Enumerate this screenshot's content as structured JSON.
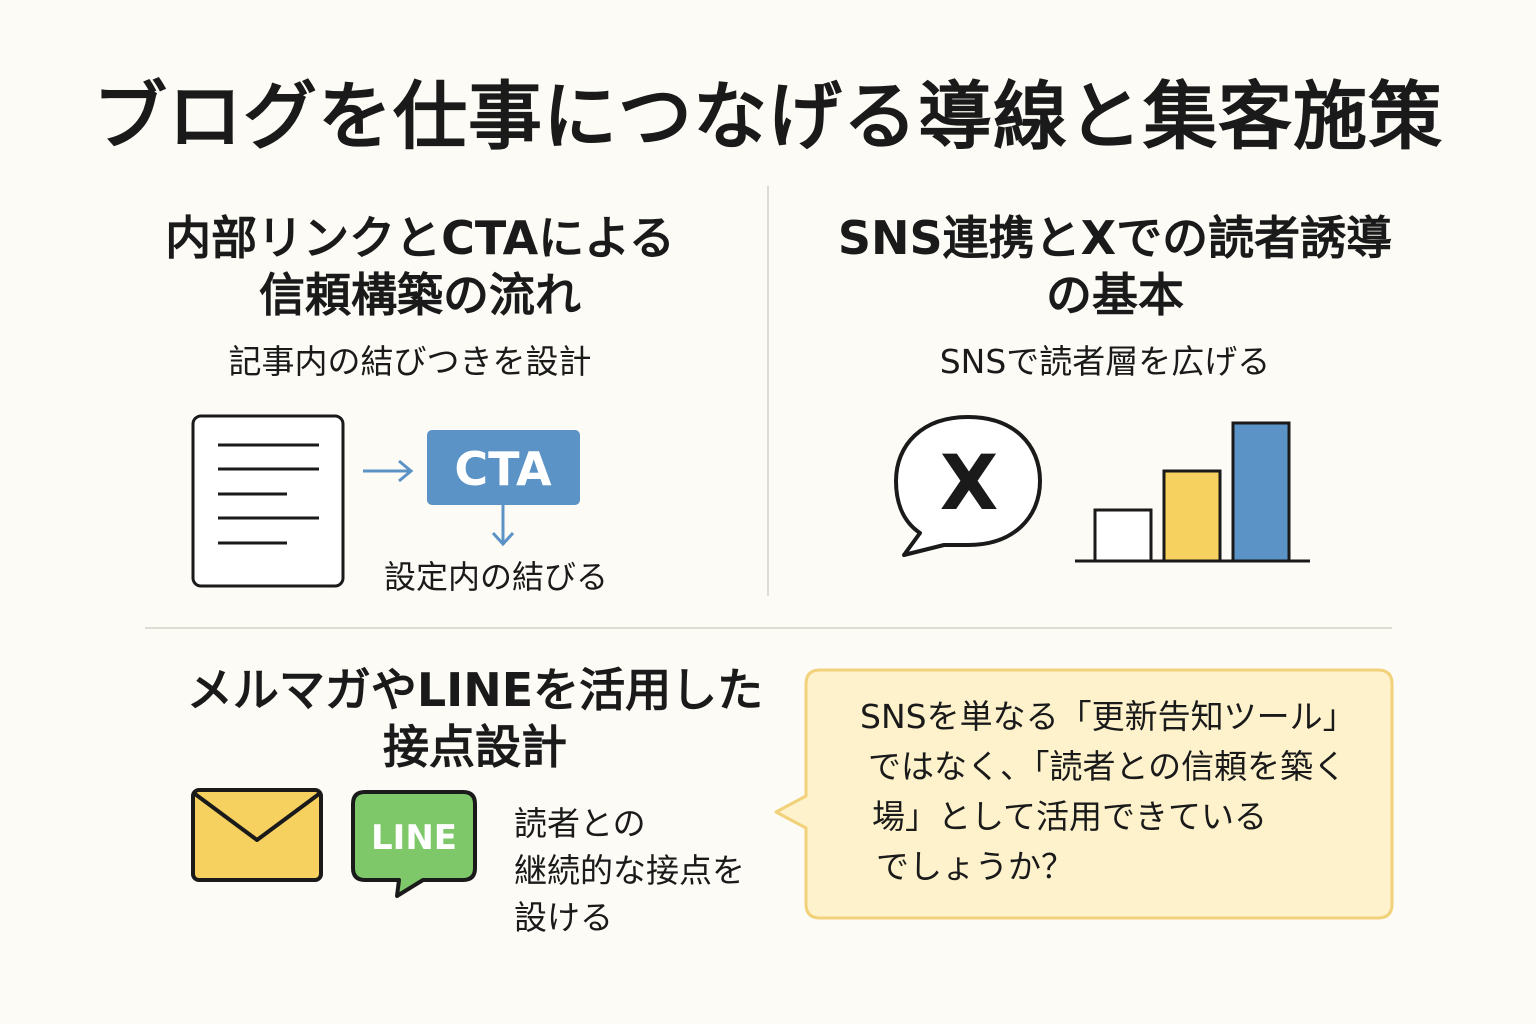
{
  "title": "ブログを仕事につなげる導線と集客施策",
  "section_internal": {
    "title_lines": [
      "内部リンクとCTAによる",
      "信頼構築の流れ"
    ],
    "subtitle": "記事内の結びつきを設計",
    "cta_label": "CTA",
    "caption": "設定内の結びる",
    "icons": [
      "document-icon",
      "arrow-right-icon",
      "arrow-down-icon"
    ],
    "colors": {
      "cta": "#5b93c7"
    }
  },
  "section_sns": {
    "title_lines": [
      "SNS連携とXでの読者誘導",
      "の基本"
    ],
    "subtitle": "SNSで読者層を広げる",
    "x_label": "X",
    "icons": [
      "x-speech-bubble-icon",
      "bar-chart-icon"
    ],
    "colors": {
      "bar_small": "#ffffff",
      "bar_medium": "#f6d160",
      "bar_large": "#5b93c7"
    }
  },
  "section_mail": {
    "title_lines": [
      "メルマガやLINEを活用した",
      "接点設計"
    ],
    "description_lines": [
      "読者との",
      "継続的な接点を",
      "設ける"
    ],
    "line_label": "LINE",
    "icons": [
      "envelope-icon",
      "line-chat-icon"
    ],
    "colors": {
      "envelope": "#f6d160",
      "line": "#7ec86a"
    }
  },
  "callout": {
    "lines": [
      "SNSを単なる「更新告知ツール」",
      "ではなく、「読者との信頼を築く",
      "場」として活用できている",
      "でしょうか？"
    ],
    "colors": {
      "fill": "#fdf2cc",
      "border": "#f1d27a"
    }
  }
}
